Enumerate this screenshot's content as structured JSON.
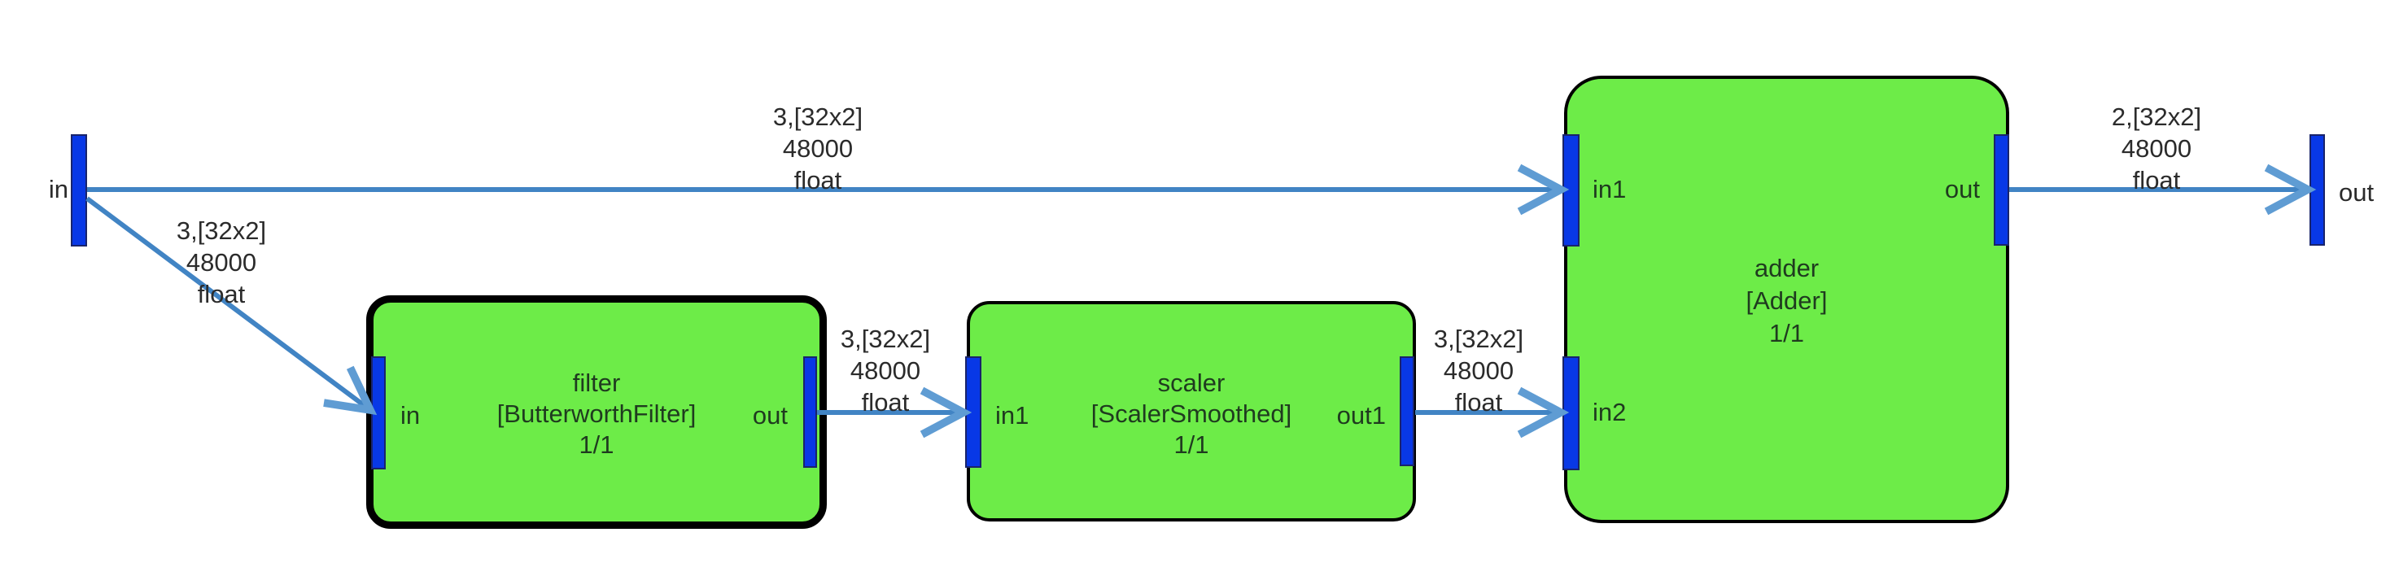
{
  "colors": {
    "canvas_bg": "#ffffff",
    "block_fill": "#6dec48",
    "block_border": "#000000",
    "block_text": "#1f3b1f",
    "port_fill": "#0838e6",
    "port_border": "#19246b",
    "edge_line": "#4184c4",
    "edge_head": "#5f9cd3",
    "label_text": "#2b2b2b"
  },
  "external_ports": {
    "input": {
      "label": "in"
    },
    "output": {
      "label": "out"
    }
  },
  "blocks": {
    "filter": {
      "name": "filter",
      "type": "[ButterworthFilter]",
      "rate": "1/1",
      "ports": {
        "in": {
          "label": "in"
        },
        "out": {
          "label": "out"
        }
      }
    },
    "scaler": {
      "name": "scaler",
      "type": "[ScalerSmoothed]",
      "rate": "1/1",
      "ports": {
        "in1": {
          "label": "in1"
        },
        "out1": {
          "label": "out1"
        }
      }
    },
    "adder": {
      "name": "adder",
      "type": "[Adder]",
      "rate": "1/1",
      "ports": {
        "in1": {
          "label": "in1"
        },
        "in2": {
          "label": "in2"
        },
        "out": {
          "label": "out"
        }
      }
    }
  },
  "edges": {
    "in_to_adder_in1": {
      "from": "in",
      "to": "adder.in1",
      "lines": [
        "3,[32x2]",
        "48000",
        "float"
      ]
    },
    "in_to_filter_in": {
      "from": "in",
      "to": "filter.in",
      "lines": [
        "3,[32x2]",
        "48000",
        "float"
      ]
    },
    "filter_out_to_scaler_in1": {
      "from": "filter.out",
      "to": "scaler.in1",
      "lines": [
        "3,[32x2]",
        "48000",
        "float"
      ]
    },
    "scaler_out1_to_adder_in2": {
      "from": "scaler.out1",
      "to": "adder.in2",
      "lines": [
        "3,[32x2]",
        "48000",
        "float"
      ]
    },
    "adder_out_to_out": {
      "from": "adder.out",
      "to": "out",
      "lines": [
        "2,[32x2]",
        "48000",
        "float"
      ]
    }
  }
}
